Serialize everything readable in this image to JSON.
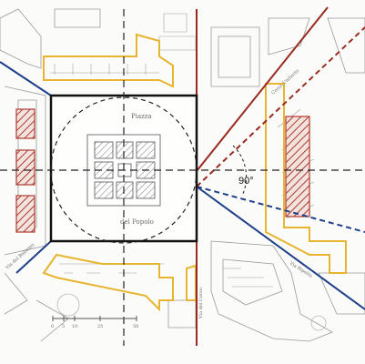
{
  "diagram": {
    "angle_label": "90°",
    "square_label_top": "Piazza",
    "square_label_bottom": "del Popolo",
    "street_left": "Via del Babuino",
    "street_right_top": "Corso Umberto",
    "street_right_bottom": "Via Ripetta",
    "street_vertical": "Via del Corso",
    "scale_bar": {
      "ticks": [
        "0",
        "5",
        "10",
        "25",
        "50"
      ]
    },
    "colors": {
      "highlight_outline": "#e7b52f",
      "axis_red": "#9a2a1f",
      "axis_blue": "#1f3f8a",
      "square_frame": "#111111",
      "dash_lines": "#222222",
      "hatch_fill": "#b03a2e",
      "map_lines": "#8f8f8f"
    }
  }
}
